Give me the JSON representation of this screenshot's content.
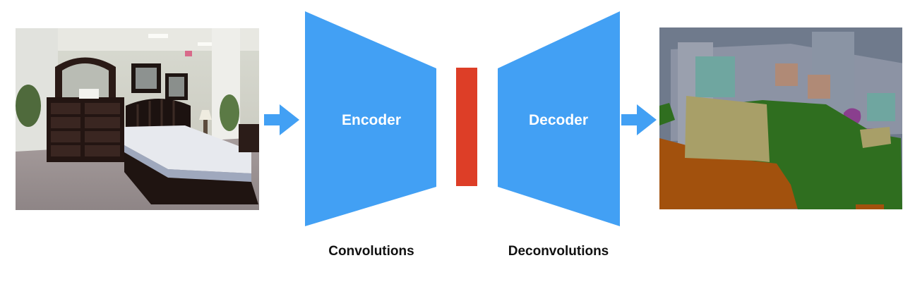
{
  "diagram": {
    "encoder_label": "Encoder",
    "decoder_label": "Decoder",
    "encoder_caption": "Convolutions",
    "decoder_caption": "Deconvolutions",
    "colors": {
      "block": "#42a0f4",
      "bottleneck": "#dd3e27",
      "arrow": "#42a0f4"
    }
  },
  "input_image": {
    "subject": "bedroom furniture showroom photo"
  },
  "output_image": {
    "subject": "semantic segmentation map of the bedroom scene",
    "palette": [
      "#6f7a8c",
      "#9aa0ae",
      "#a89f68",
      "#2f6e1f",
      "#a2510d",
      "#8a3f8e",
      "#b08a76",
      "#6fa6a0"
    ]
  }
}
